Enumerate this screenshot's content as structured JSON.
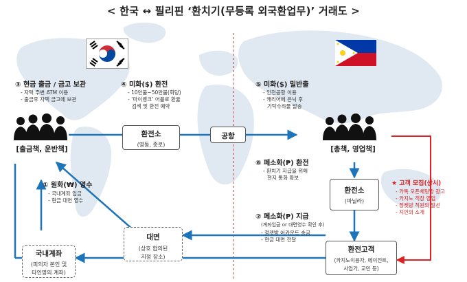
{
  "title": "< 한국 ↔ 필리핀 ‘환치기(무등록 외국환업무)’ 거래도 >",
  "colors": {
    "arrow_blue": "#1e74b8",
    "red": "#e02020",
    "map": "#d9e5ef",
    "border": "#c0392b"
  },
  "flags": {
    "korea": "korea-flag",
    "philippines": "philippines-flag"
  },
  "left_group": {
    "label": "[출금책, 운반책]"
  },
  "right_group": {
    "label": "[총책, 영업책]"
  },
  "step3": {
    "title": "③ 현금 출금 / 금고 보관",
    "lines": [
      "- 자택 주변 ATM 이용",
      "- 출금후 자택 금고에 보관"
    ]
  },
  "step4": {
    "title": "④ 미화($) 환전",
    "lines": [
      "- 10만불~50만불(회당)",
      "- ‘마이뱅크’ 어플로 환율",
      "검색 및 환전 예약"
    ]
  },
  "step5": {
    "title": "⑤ 미화($) 밀반출",
    "lines": [
      "- 인천공항 이용",
      "- 캐리어에 은닉 후",
      "기탁수하물 발송"
    ]
  },
  "step6": {
    "title": "⑥ 페소화(₱) 환전",
    "lines": [
      "- 환치기 지급을 위해",
      "현지 통화 확보"
    ]
  },
  "step2": {
    "title": "② 페소화(₱) 지급",
    "note": "(계좌입금 or 대면영수 확인 후)",
    "lines": [
      "- 정켓방 어카운트 송금",
      "- 현금 대면 전달"
    ]
  },
  "step1": {
    "title": "① 원화(₩) 영수",
    "lines": [
      "- 국내계좌 입금",
      "- 현금 대면 영수"
    ]
  },
  "exchange_kr": {
    "title": "환전소",
    "sub": "(명동, 종로)"
  },
  "airport": {
    "title": "공항"
  },
  "exchange_ph": {
    "title": "환전소",
    "sub": "(마닐라)"
  },
  "domestic": {
    "title": "국내계좌",
    "sub1": "(피의자 본인 및",
    "sub2": "타인명의 계좌)"
  },
  "face": {
    "title": "대면",
    "sub1": "(상호 합의된",
    "sub2": "지정 장소)"
  },
  "customer": {
    "title": "환전고객",
    "sub1": "(카지노이용자, 에이전트,",
    "sub2": "사업가, 교민 등)"
  },
  "recruit": {
    "title": "★ 고객 모집(상시)",
    "lines": [
      "- 카톡 오픈채팅방 광고",
      "- 카지노 객장 영업",
      "- 정켓방 직원의 알선",
      "- 지인의 소개"
    ]
  }
}
